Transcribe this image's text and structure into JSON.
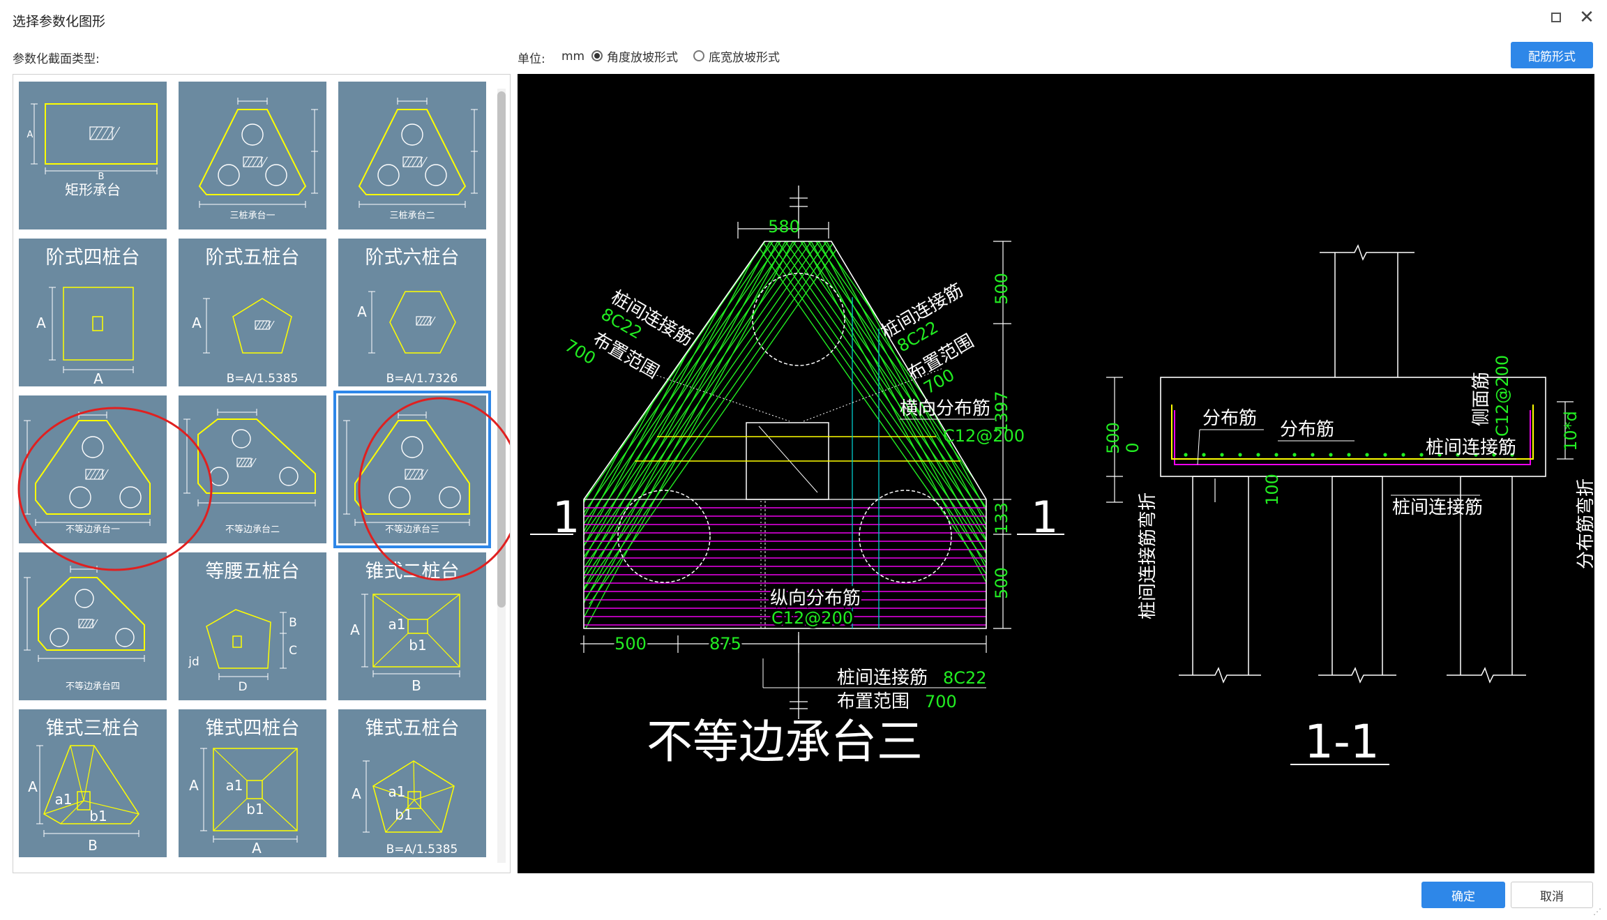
{
  "window": {
    "title": "选择参数化图形",
    "maximize_icon": "maximize-icon",
    "close_icon": "close-icon"
  },
  "left_panel": {
    "label": "参数化截面类型:",
    "selected_index": 8,
    "thumbnails": [
      {
        "name": "矩形承台",
        "style": "bottom",
        "caption": "",
        "dim_bottom": "B",
        "dim_left": "A"
      },
      {
        "name": "三桩承台一",
        "style": "bottom",
        "caption": "",
        "dim_bottom": "",
        "dim_left": ""
      },
      {
        "name": "三桩承台二",
        "style": "bottom",
        "caption": "",
        "dim_bottom": "",
        "dim_left": ""
      },
      {
        "name": "阶式四桩台",
        "style": "top",
        "caption": "",
        "dim_bottom": "A",
        "dim_left": "A"
      },
      {
        "name": "阶式五桩台",
        "style": "top",
        "caption": "B=A/1.5385",
        "dim_bottom": "",
        "dim_left": "A"
      },
      {
        "name": "阶式六桩台",
        "style": "top",
        "caption": "B=A/1.7326",
        "dim_bottom": "",
        "dim_left": "A"
      },
      {
        "name": "不等边承台一",
        "style": "bottom",
        "caption": "",
        "dim_bottom": "",
        "dim_left": ""
      },
      {
        "name": "不等边承台二",
        "style": "bottom",
        "caption": "",
        "dim_bottom": "",
        "dim_left": ""
      },
      {
        "name": "不等边承台三",
        "style": "bottom",
        "caption": "",
        "dim_bottom": "",
        "dim_left": ""
      },
      {
        "name": "不等边承台四",
        "style": "bottom",
        "caption": "",
        "dim_bottom": "",
        "dim_left": ""
      },
      {
        "name": "等腰五桩台",
        "style": "top",
        "caption": "",
        "dim_bottom": "D",
        "dim_left": "jd"
      },
      {
        "name": "锥式二桩台",
        "style": "top",
        "caption": "",
        "dim_bottom": "B",
        "dim_left": "A"
      },
      {
        "name": "锥式三桩台",
        "style": "top",
        "caption": "",
        "dim_bottom": "B",
        "dim_left": "A"
      },
      {
        "name": "锥式四桩台",
        "style": "top",
        "caption": "",
        "dim_bottom": "A",
        "dim_left": "A"
      },
      {
        "name": "锥式五桩台",
        "style": "top",
        "caption": "B=A/1.5385",
        "dim_bottom": "",
        "dim_left": "A"
      }
    ],
    "equal_pile_labels": {
      "B": "B",
      "C": "C",
      "a1": "a1",
      "b1": "b1"
    }
  },
  "toolbar": {
    "unit_label": "单位:",
    "unit_value": "mm",
    "radio_options": [
      {
        "label": "角度放坡形式",
        "checked": true
      },
      {
        "label": "底宽放坡形式",
        "checked": false
      }
    ],
    "rebar_button": "配筋形式"
  },
  "drawing": {
    "plan_title": "不等边承台三",
    "section_title": "1-1",
    "section_mark": "1",
    "dims": {
      "top": "580",
      "right_top": "500",
      "right_mid": "1397",
      "right_low": "133",
      "right_bottom": "500",
      "bottom_left": "500",
      "bottom_mid": "875"
    },
    "plan_labels": {
      "left_link": "桩间连接筋",
      "left_link_val": "8C22",
      "left_range": "布置范围",
      "left_range_val": "700",
      "right_link": "桩间连接筋",
      "right_link_val": "8C22",
      "right_range": "布置范围",
      "right_range_val": "700",
      "transverse": "横向分布筋",
      "transverse_val": "C12@200",
      "longitudinal": "纵向分布筋",
      "longitudinal_val": "C12@200",
      "bottom_link": "桩间连接筋",
      "bottom_link_val": "8C22",
      "bottom_range": "布置范围",
      "bottom_range_val": "700"
    },
    "section_labels": {
      "dist1": "分布筋",
      "dist2": "分布筋",
      "side": "侧面筋",
      "side_val": "C12@200",
      "link_top": "桩间连接筋",
      "link_bottom": "桩间连接筋",
      "left_dim": "500",
      "left_dim2": "0",
      "dim100": "100",
      "right_dim": "10*d",
      "left_bend": "桩间连接筋弯折",
      "right_bend": "分布筋弯折"
    }
  },
  "footer": {
    "ok": "确定",
    "cancel": "取消"
  },
  "colors": {
    "accent": "#2e87e8",
    "thumb_bg": "#6b8aa0",
    "cad_bg": "#000000",
    "cad_green": "#22ee22",
    "cad_yellow": "#ffff00",
    "cad_magenta": "#ee00ee",
    "cad_cyan": "#00cccc",
    "annotation_red": "#e02020"
  }
}
